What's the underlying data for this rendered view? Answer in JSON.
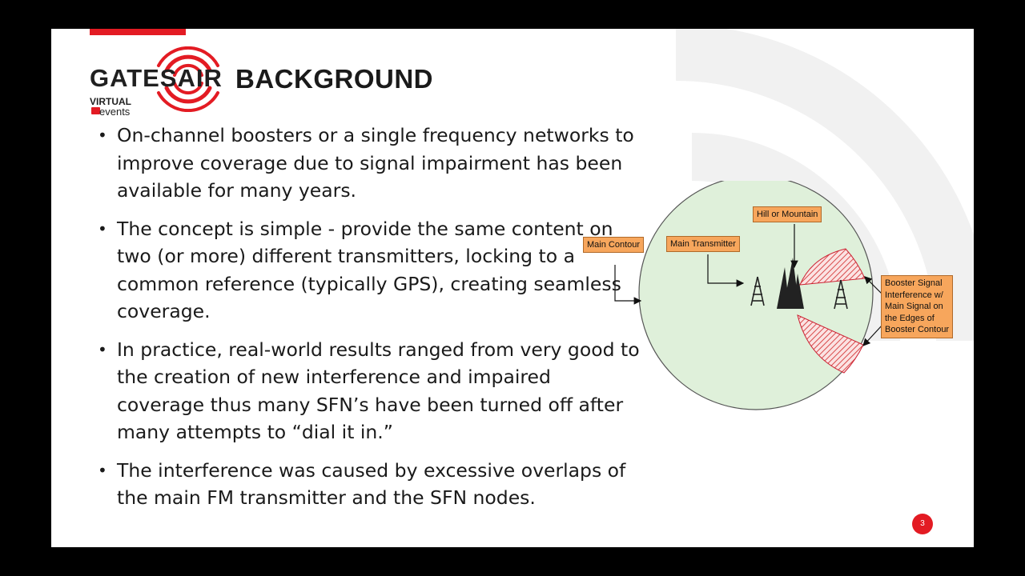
{
  "slide": {
    "title": "BACKGROUND",
    "page_number": "3",
    "brand_color": "#e31b23"
  },
  "logo": {
    "wordmark": "GATESAIR",
    "virtual": "VIRTUAL",
    "events": "events",
    "icon": "broadcast-arcs-icon"
  },
  "bullets": [
    "On-channel boosters or a single frequency networks to improve coverage due to signal impairment has been available for many years.",
    "The concept is simple - provide the same content on two (or more) different transmitters, locking to a common reference (typically GPS), creating seamless coverage.",
    "In practice, real-world results ranged from very good to the creation of new interference and impaired coverage thus many SFN’s have been turned off after many attempts to “dial it in.”",
    "The interference was caused by excessive overlaps of the main FM transmitter and the SFN nodes."
  ],
  "diagram": {
    "labels": {
      "main_contour": "Main Contour",
      "main_transmitter": "Main Transmitter",
      "hill": "Hill or Mountain",
      "booster": [
        "Booster Signal",
        "Interference w/",
        "Main Signal on",
        "the Edges of",
        "Booster Contour"
      ]
    },
    "colors": {
      "contour_fill": "#dff0da",
      "label_fill": "#f7a65c",
      "interference": "#e05a5a"
    }
  }
}
